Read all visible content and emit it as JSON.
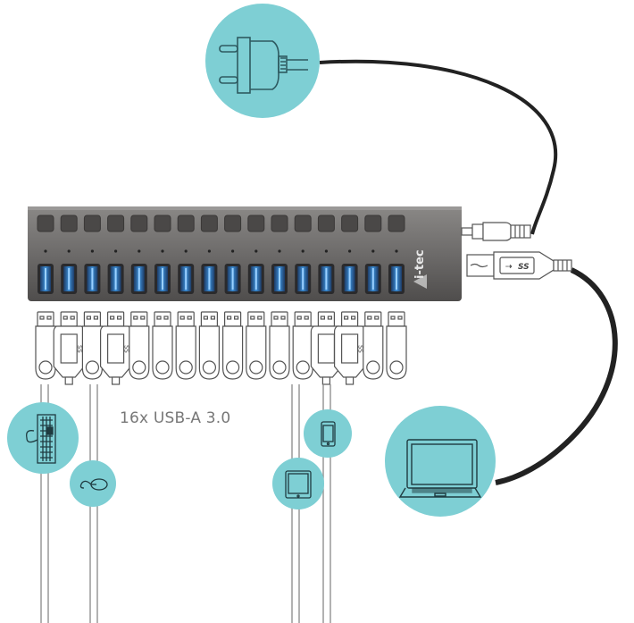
{
  "diagram": {
    "title": "USB hub connection diagram",
    "ports_label": "16x USB-A 3.0",
    "brand_logo": "i-tec",
    "port_count": 16,
    "usb_b_symbol": "SS",
    "colors": {
      "hub_body": "#6e6c6b",
      "port_blue": "#2f7fc1",
      "device_circle": "#7ecfd4",
      "cable": "#222222",
      "outline": "#555555"
    },
    "devices": [
      {
        "name": "power-adapter",
        "icon": "power-plug-icon"
      },
      {
        "name": "host-computer",
        "icon": "laptop-icon"
      },
      {
        "name": "keyboard",
        "icon": "keyboard-icon"
      },
      {
        "name": "mouse",
        "icon": "mouse-icon"
      },
      {
        "name": "tablet",
        "icon": "tablet-icon"
      },
      {
        "name": "smartphone",
        "icon": "smartphone-icon"
      }
    ],
    "connected_port_indices": [
      1,
      3,
      12,
      13
    ]
  }
}
